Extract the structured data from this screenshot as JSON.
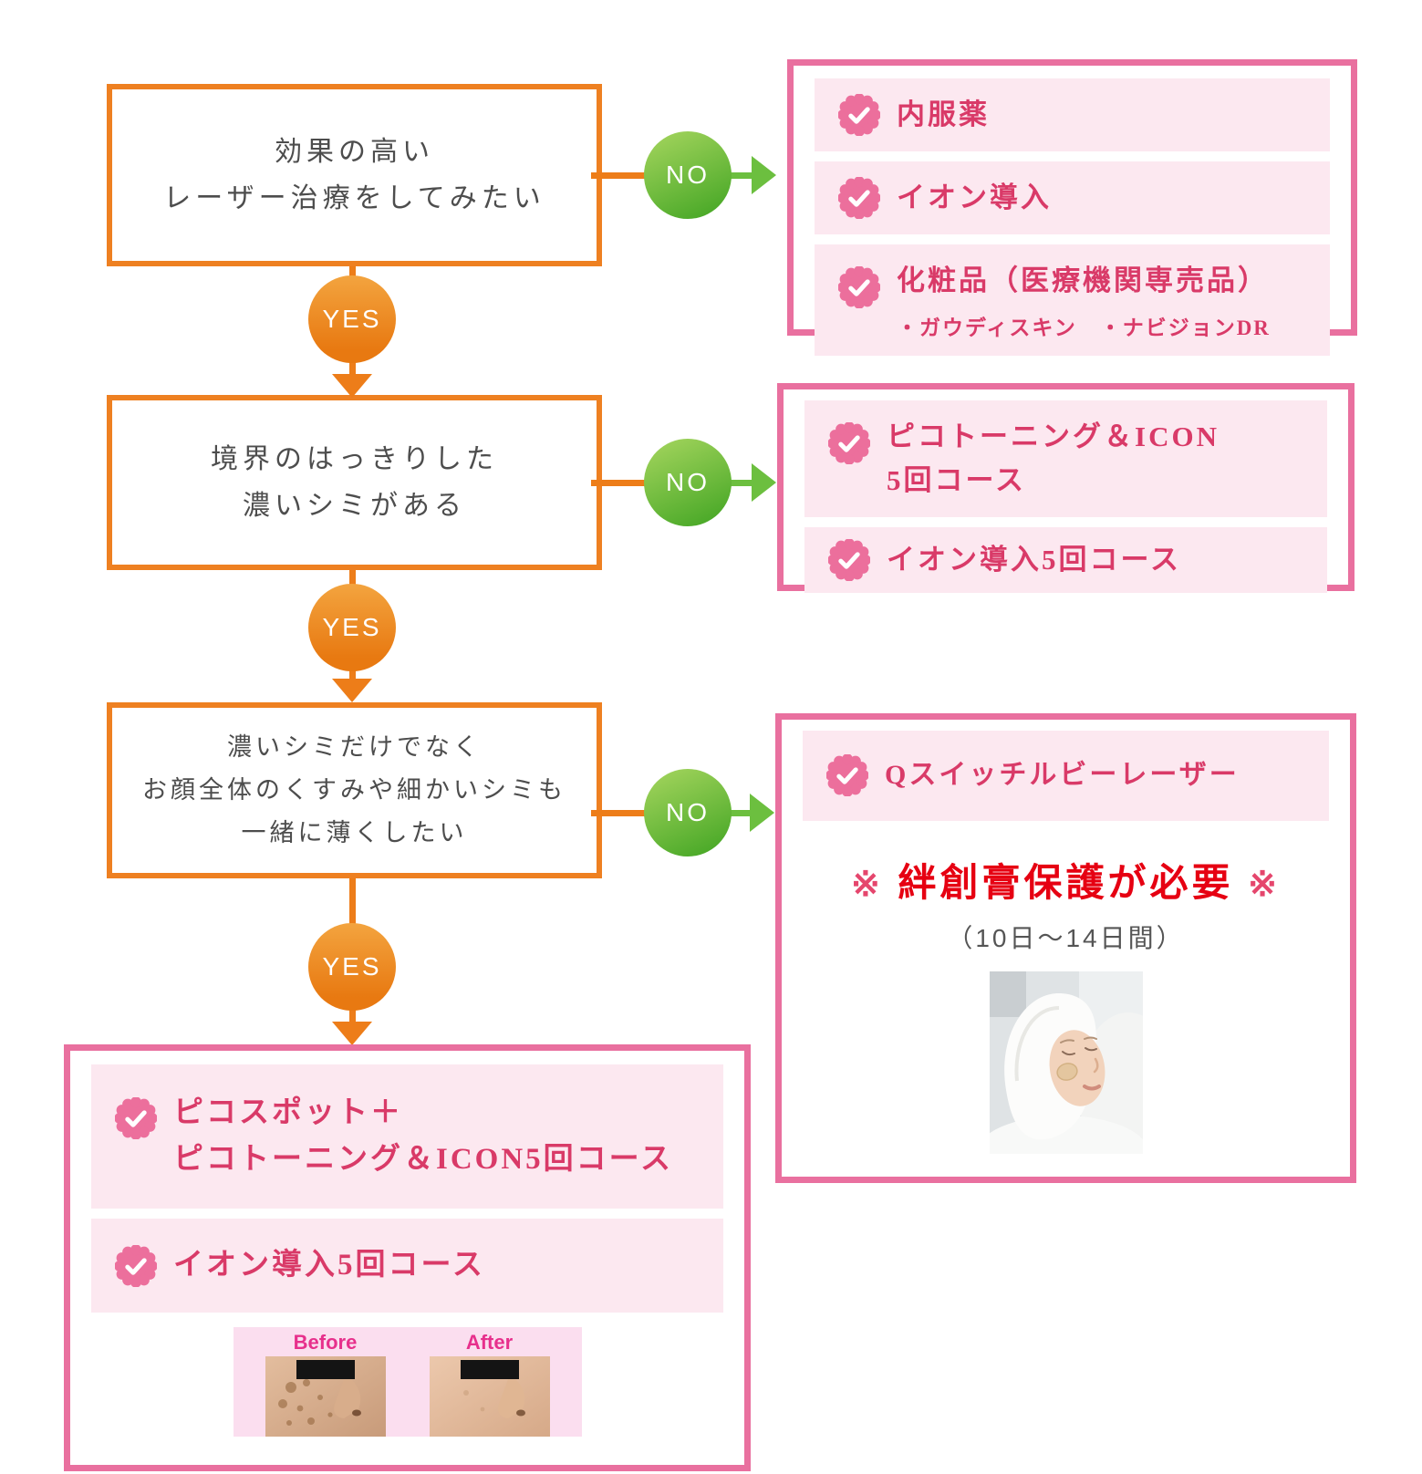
{
  "colors": {
    "orange": "#ed7d19",
    "orange_border": "#ee8021",
    "green_gradient_top": "#a7d65f",
    "green_gradient_bottom": "#4aa928",
    "green_arrow": "#6cbf3f",
    "pink_border": "#e9709f",
    "pink_item_bg": "#fce8f0",
    "badge_pink": "#ec6f9c",
    "item_text": "#d93a68",
    "warning_red": "#e60012",
    "question_text": "#4d4d4d",
    "beforeafter_bg": "#fbdeef",
    "beforeafter_label": "#e7308c"
  },
  "flow": {
    "yes_label": "YES",
    "no_label": "NO",
    "questions": [
      {
        "lines": [
          "効果の高い",
          "レーザー治療をしてみたい"
        ]
      },
      {
        "lines": [
          "境界のはっきりした",
          "濃いシミがある"
        ]
      },
      {
        "lines": [
          "濃いシミだけでなく",
          "お顔全体のくすみや細かいシミも",
          "一緒に薄くしたい"
        ]
      }
    ]
  },
  "no_results": [
    {
      "items": [
        {
          "label": "内服薬"
        },
        {
          "label": "イオン導入"
        },
        {
          "label": "化粧品（医療機関専売品）",
          "sub": "・ガウディスキン　・ナビジョンDR"
        }
      ]
    },
    {
      "items": [
        {
          "label": "ピコトーニング＆ICON",
          "label_line2": "5回コース"
        },
        {
          "label": "イオン導入5回コース"
        }
      ]
    },
    {
      "items": [
        {
          "label": "Qスイッチルビーレーザー"
        }
      ],
      "warning_mark": "※",
      "warning": "絆創膏保護が必要",
      "duration": "（10日〜14日間）"
    }
  ],
  "yes_result": {
    "items": [
      {
        "label": "ピコスポット＋",
        "label_line2": "ピコトーニング＆ICON5回コース"
      },
      {
        "label": "イオン導入5回コース"
      }
    ],
    "before_label": "Before",
    "after_label": "After"
  }
}
